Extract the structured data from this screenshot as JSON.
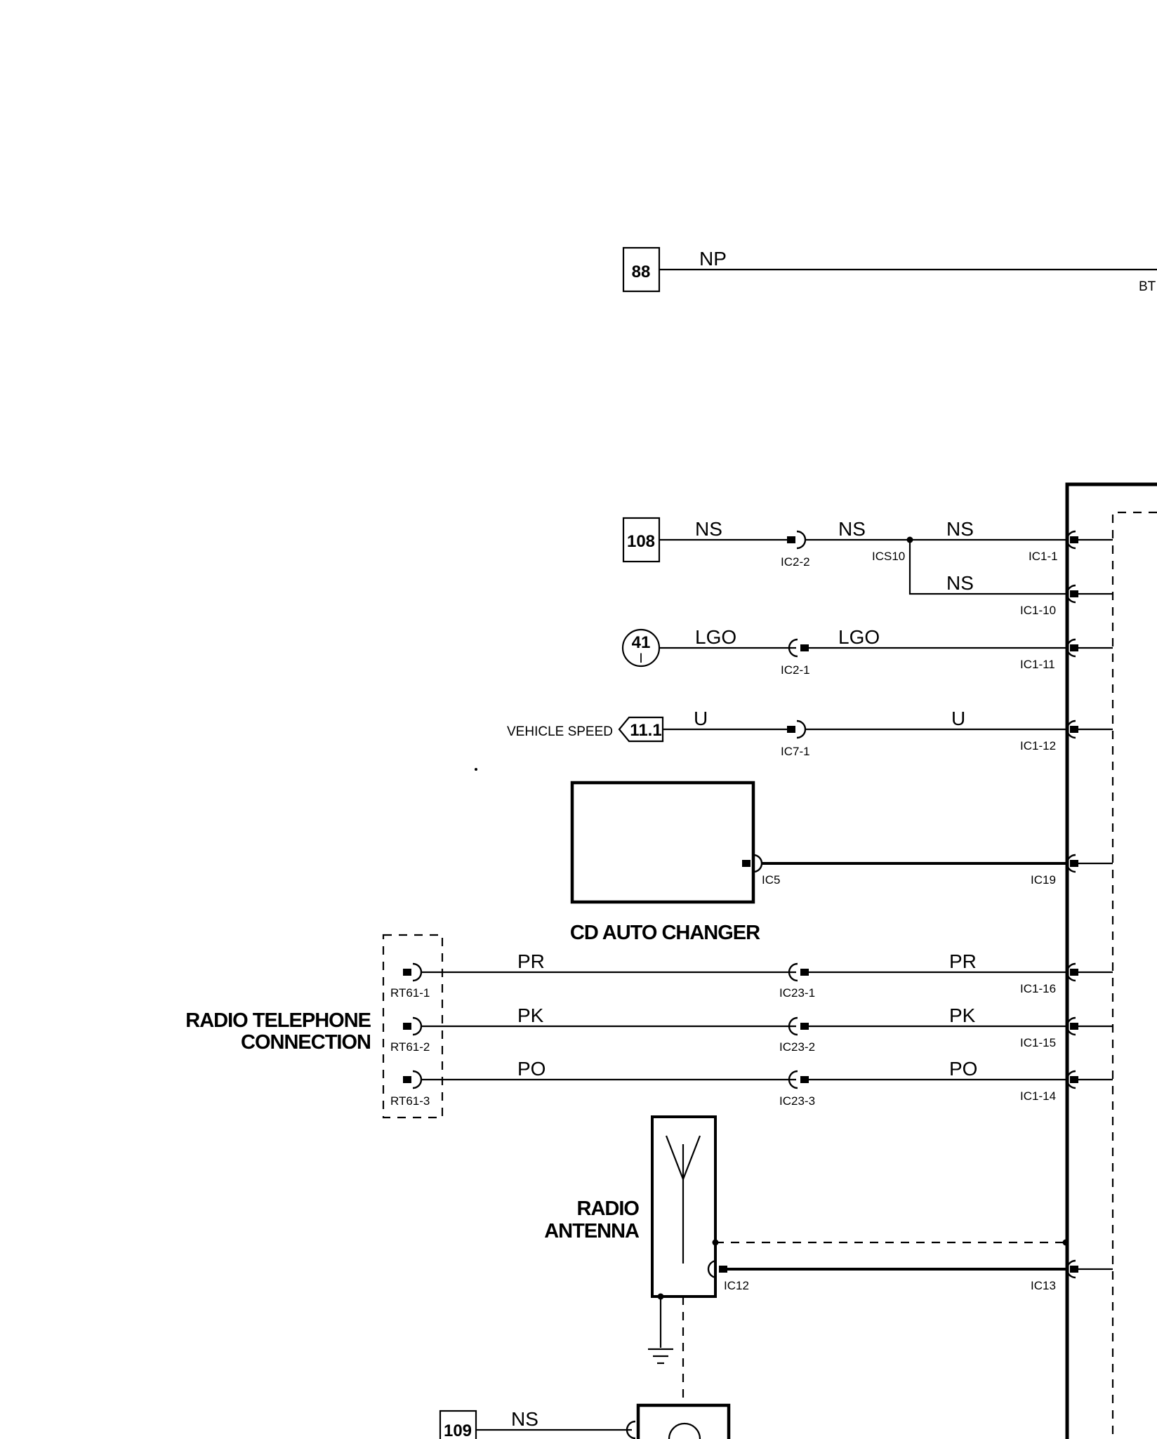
{
  "refs": {
    "r88": "88",
    "r108": "108",
    "r41": "41",
    "r41_sub": "I",
    "r11": "11.1",
    "r109": "109"
  },
  "wires": {
    "np": "NP",
    "bt": "BT",
    "ns_a": "NS",
    "ns_b": "NS",
    "ns_c": "NS",
    "ns_d": "NS",
    "lgo_a": "LGO",
    "lgo_b": "LGO",
    "u_a": "U",
    "u_b": "U",
    "pr_a": "PR",
    "pr_b": "PR",
    "pk_a": "PK",
    "pk_b": "PK",
    "po_a": "PO",
    "po_b": "PO",
    "ns_bottom": "NS"
  },
  "pins": {
    "ic2_2": "IC2-2",
    "ics10": "ICS10",
    "ic1_1": "IC1-1",
    "ic1_10": "IC1-10",
    "ic2_1": "IC2-1",
    "ic1_11": "IC1-11",
    "ic7_1": "IC7-1",
    "ic1_12": "IC1-12",
    "ic5": "IC5",
    "ic19": "IC19",
    "rt61_1": "RT61-1",
    "ic23_1": "IC23-1",
    "ic1_16": "IC1-16",
    "rt61_2": "RT61-2",
    "ic23_2": "IC23-2",
    "ic1_15": "IC1-15",
    "rt61_3": "RT61-3",
    "ic23_3": "IC23-3",
    "ic1_14": "IC1-14",
    "ic12": "IC12",
    "ic13": "IC13"
  },
  "labels": {
    "vehicle_speed": "VEHICLE SPEED",
    "cd_auto_changer": "CD AUTO CHANGER",
    "radio_telephone_1": "RADIO TELEPHONE",
    "radio_telephone_2": "CONNECTION",
    "radio_antenna_1": "RADIO",
    "radio_antenna_2": "ANTENNA"
  }
}
